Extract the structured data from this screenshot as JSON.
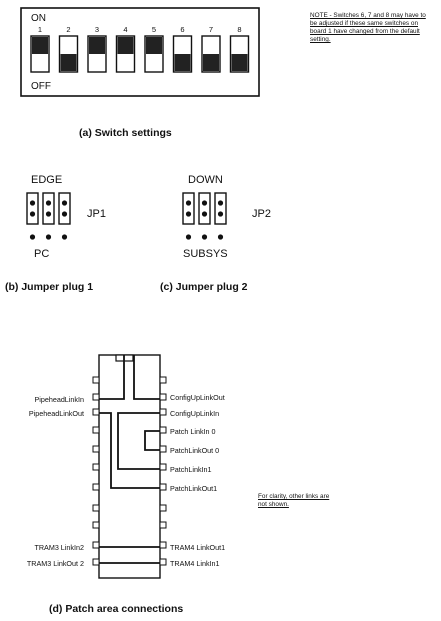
{
  "switches": {
    "on_label": "ON",
    "off_label": "OFF",
    "numbers": [
      "1",
      "2",
      "3",
      "4",
      "5",
      "6",
      "7",
      "8"
    ],
    "state_up": [
      true,
      false,
      true,
      true,
      true,
      false,
      false,
      false
    ],
    "caption": "(a) Switch settings",
    "note": "NOTE - Switches 6, 7 and 8 may have to be adjusted if these same switches on board 1 have changed from the default setting."
  },
  "jumper1": {
    "top_label": "EDGE",
    "bottom_label": "PC",
    "name": "JP1",
    "caption": "(b) Jumper plug 1"
  },
  "jumper2": {
    "top_label": "DOWN",
    "bottom_label": "SUBSYS",
    "name": "JP2",
    "caption": "(c) Jumper plug 2"
  },
  "patch": {
    "left_labels": {
      "pipehead_linkin": "PipeheadLinkIn",
      "pipehead_linkout": "PipeheadLinkOut",
      "tram3_linkin2": "TRAM3 LinkIn2",
      "tram3_linkout2": "TRAM3 LinkOut 2"
    },
    "right_labels": {
      "configup_linkout": "ConfigUpLinkOut",
      "configup_linkin": "ConfigUpLinkIn",
      "patch_linkin0": "Patch LinkIn 0",
      "patch_linkout0": "PatchLinkOut 0",
      "patch_linkin1": "PatchLinkIn1",
      "patch_linkout1": "PatchLinkOut1",
      "tram4_linkout1": "TRAM4 LinkOut1",
      "tram4_linkin1": "TRAM4 LinkIn1"
    },
    "clarity_note": "For clarity, other links are not shown.",
    "caption": "(d) Patch area connections"
  }
}
